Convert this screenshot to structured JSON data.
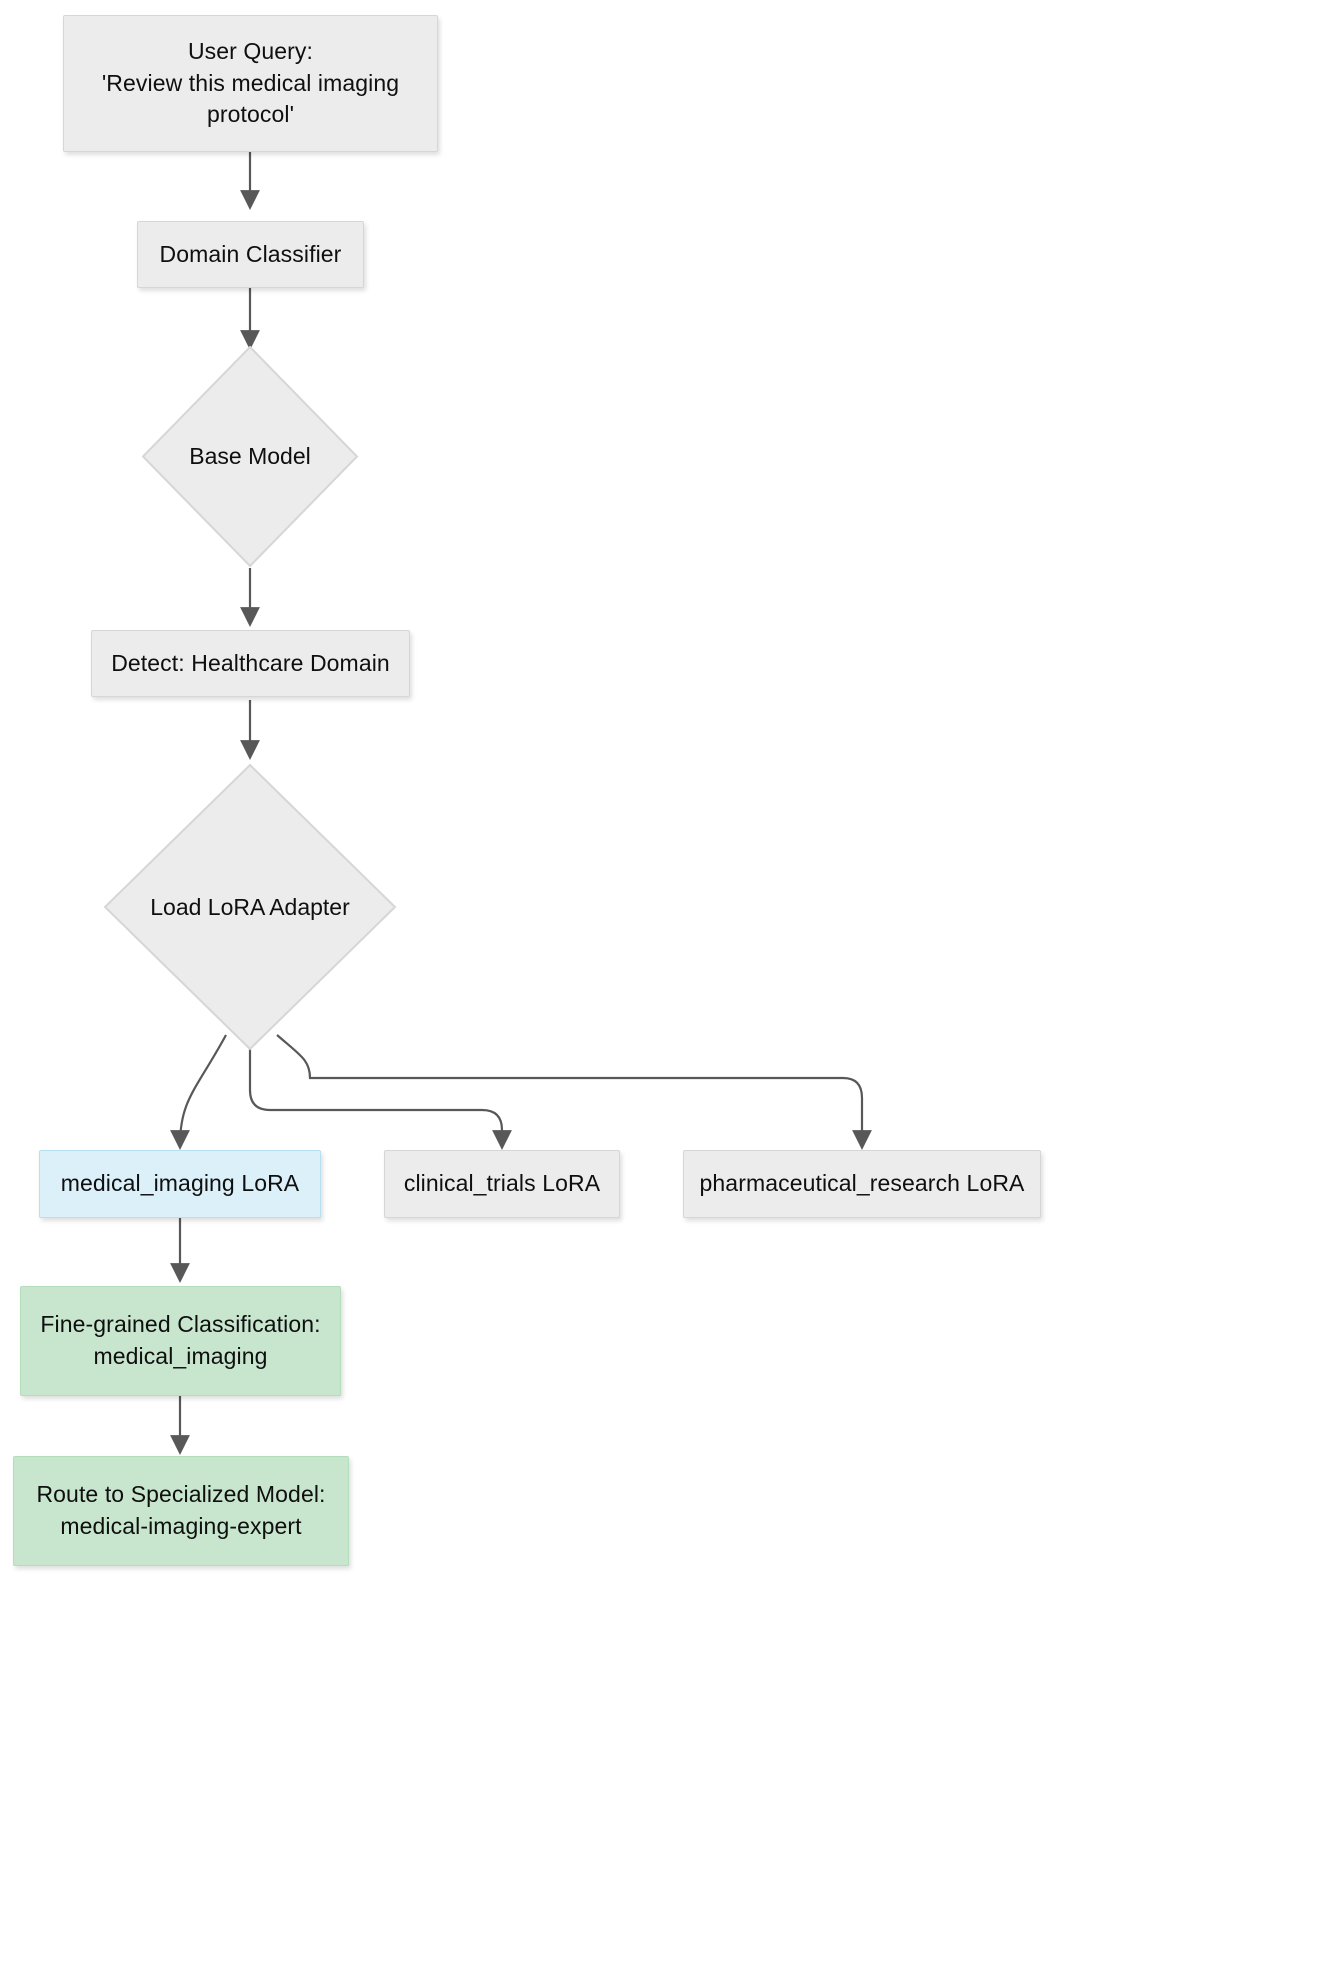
{
  "diagram": {
    "type": "flowchart",
    "direction": "top-down",
    "title": "",
    "colors": {
      "default_fill": "#ececec",
      "default_stroke": "#d6d6d6",
      "highlight_blue_fill": "#dcf0fa",
      "highlight_blue_stroke": "#b6dff0",
      "highlight_green_fill": "#c7e6cd",
      "highlight_green_stroke": "#b3ddbb",
      "edge_stroke": "#585858",
      "text": "#0f0f0f",
      "background": "#ffffff"
    },
    "nodes": [
      {
        "id": "user-query",
        "shape": "rect",
        "style": "default",
        "label": "User Query:\n'Review this medical imaging\nprotocol'"
      },
      {
        "id": "domain-classifier",
        "shape": "rect",
        "style": "default",
        "label": "Domain Classifier"
      },
      {
        "id": "base-model",
        "shape": "diamond",
        "style": "default",
        "label": "Base Model"
      },
      {
        "id": "detect-healthcare-domain",
        "shape": "rect",
        "style": "default",
        "label": "Detect: Healthcare Domain"
      },
      {
        "id": "load-lora-adapter",
        "shape": "diamond",
        "style": "default",
        "label": "Load LoRA Adapter"
      },
      {
        "id": "medical-imaging-lora",
        "shape": "rect",
        "style": "blue",
        "label": "medical_imaging LoRA"
      },
      {
        "id": "clinical-trials-lora",
        "shape": "rect",
        "style": "default",
        "label": "clinical_trials LoRA"
      },
      {
        "id": "pharmaceutical-research-lora",
        "shape": "rect",
        "style": "default",
        "label": "pharmaceutical_research LoRA"
      },
      {
        "id": "fine-grained-classification",
        "shape": "rect",
        "style": "green",
        "label": "Fine-grained Classification:\nmedical_imaging"
      },
      {
        "id": "route-to-specialized-model",
        "shape": "rect",
        "style": "green",
        "label": "Route to Specialized Model:\nmedical-imaging-expert"
      }
    ],
    "edges": [
      {
        "from": "user-query",
        "to": "domain-classifier",
        "label": ""
      },
      {
        "from": "domain-classifier",
        "to": "base-model",
        "label": ""
      },
      {
        "from": "base-model",
        "to": "detect-healthcare-domain",
        "label": ""
      },
      {
        "from": "detect-healthcare-domain",
        "to": "load-lora-adapter",
        "label": ""
      },
      {
        "from": "load-lora-adapter",
        "to": "medical-imaging-lora",
        "label": ""
      },
      {
        "from": "load-lora-adapter",
        "to": "clinical-trials-lora",
        "label": ""
      },
      {
        "from": "load-lora-adapter",
        "to": "pharmaceutical-research-lora",
        "label": ""
      },
      {
        "from": "medical-imaging-lora",
        "to": "fine-grained-classification",
        "label": ""
      },
      {
        "from": "fine-grained-classification",
        "to": "route-to-specialized-model",
        "label": ""
      }
    ]
  }
}
